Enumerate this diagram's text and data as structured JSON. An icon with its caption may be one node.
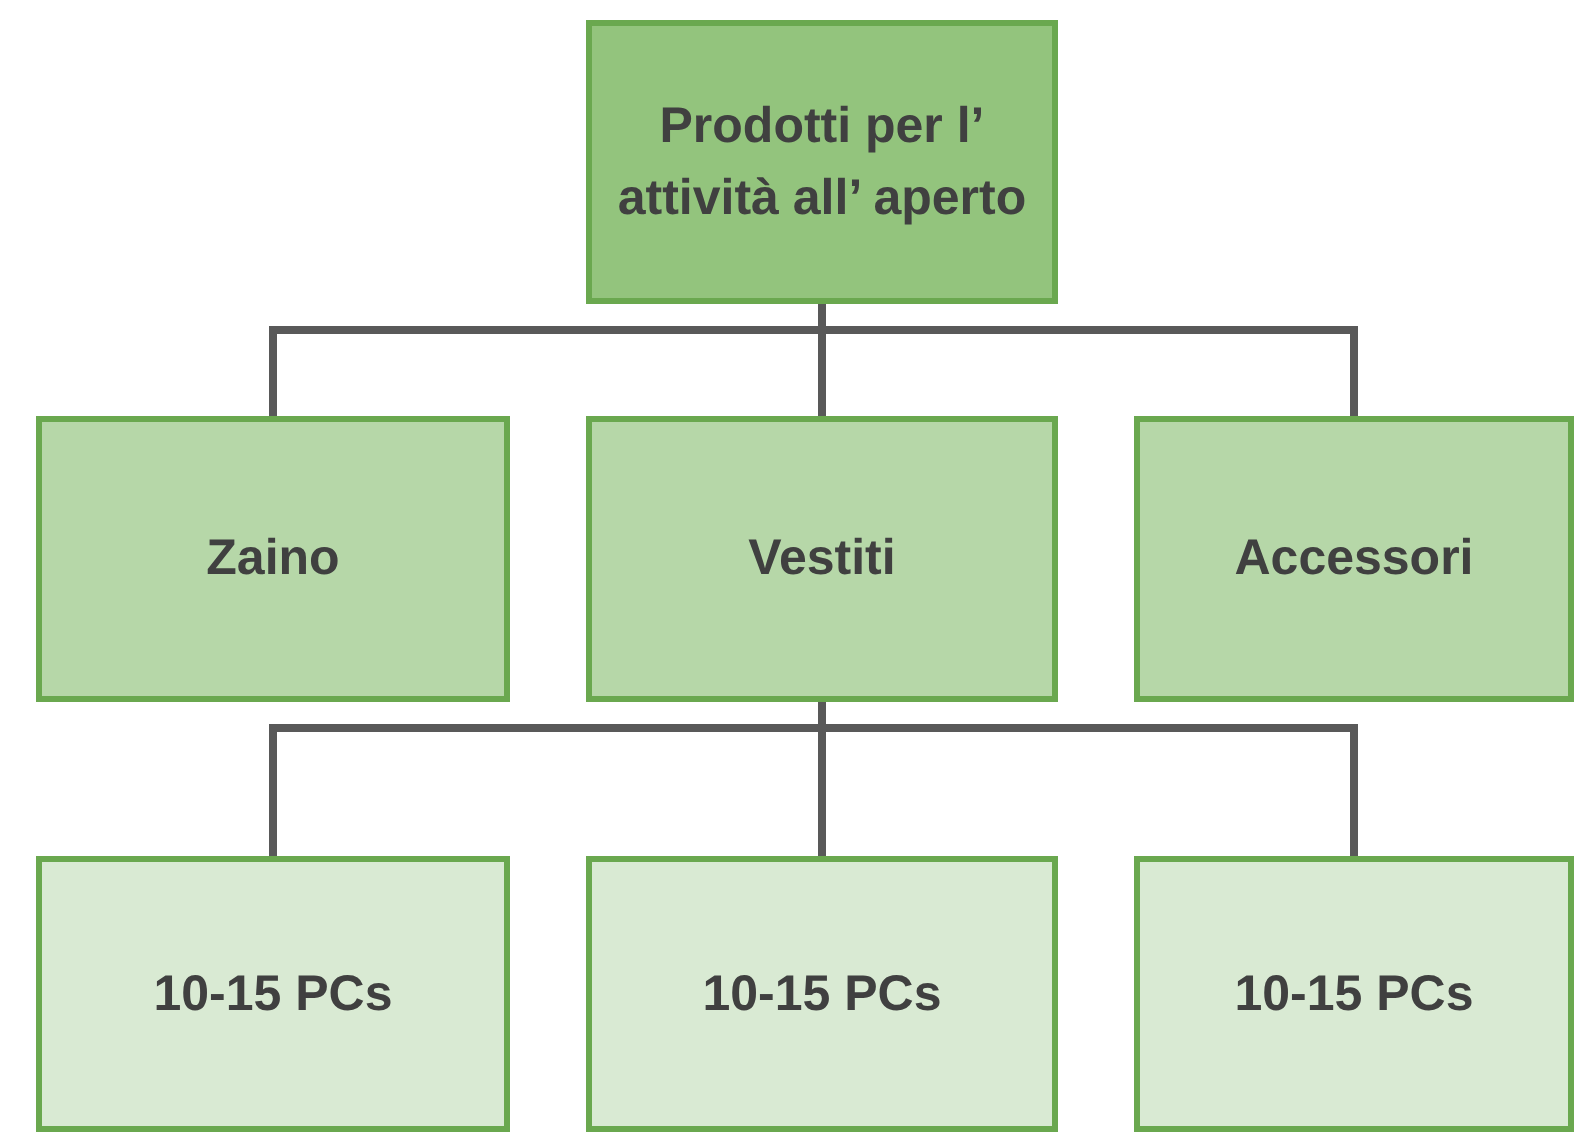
{
  "diagram": {
    "nodes": [
      {
        "text": [
          "Prodotti per l’ attività all’ aperto"
        ]
      },
      {
        "text": [
          "Zaino"
        ]
      },
      {
        "text": [
          "Vestiti"
        ]
      },
      {
        "text": [
          "Accessori"
        ]
      },
      {
        "text": [
          "10-15 PCs"
        ]
      },
      {
        "text": [
          "10-15 PCs"
        ]
      },
      {
        "text": [
          "10-15 PCs"
        ]
      }
    ],
    "edges": [
      {
        "from": 0,
        "to": 1,
        "arrow": "none"
      },
      {
        "from": 0,
        "to": 2,
        "arrow": "none"
      },
      {
        "from": 0,
        "to": 3,
        "arrow": "none"
      },
      {
        "from": 2,
        "to": 4,
        "arrow": "none"
      },
      {
        "from": 2,
        "to": 5,
        "arrow": "none"
      },
      {
        "from": 2,
        "to": 6,
        "arrow": "none"
      }
    ]
  }
}
